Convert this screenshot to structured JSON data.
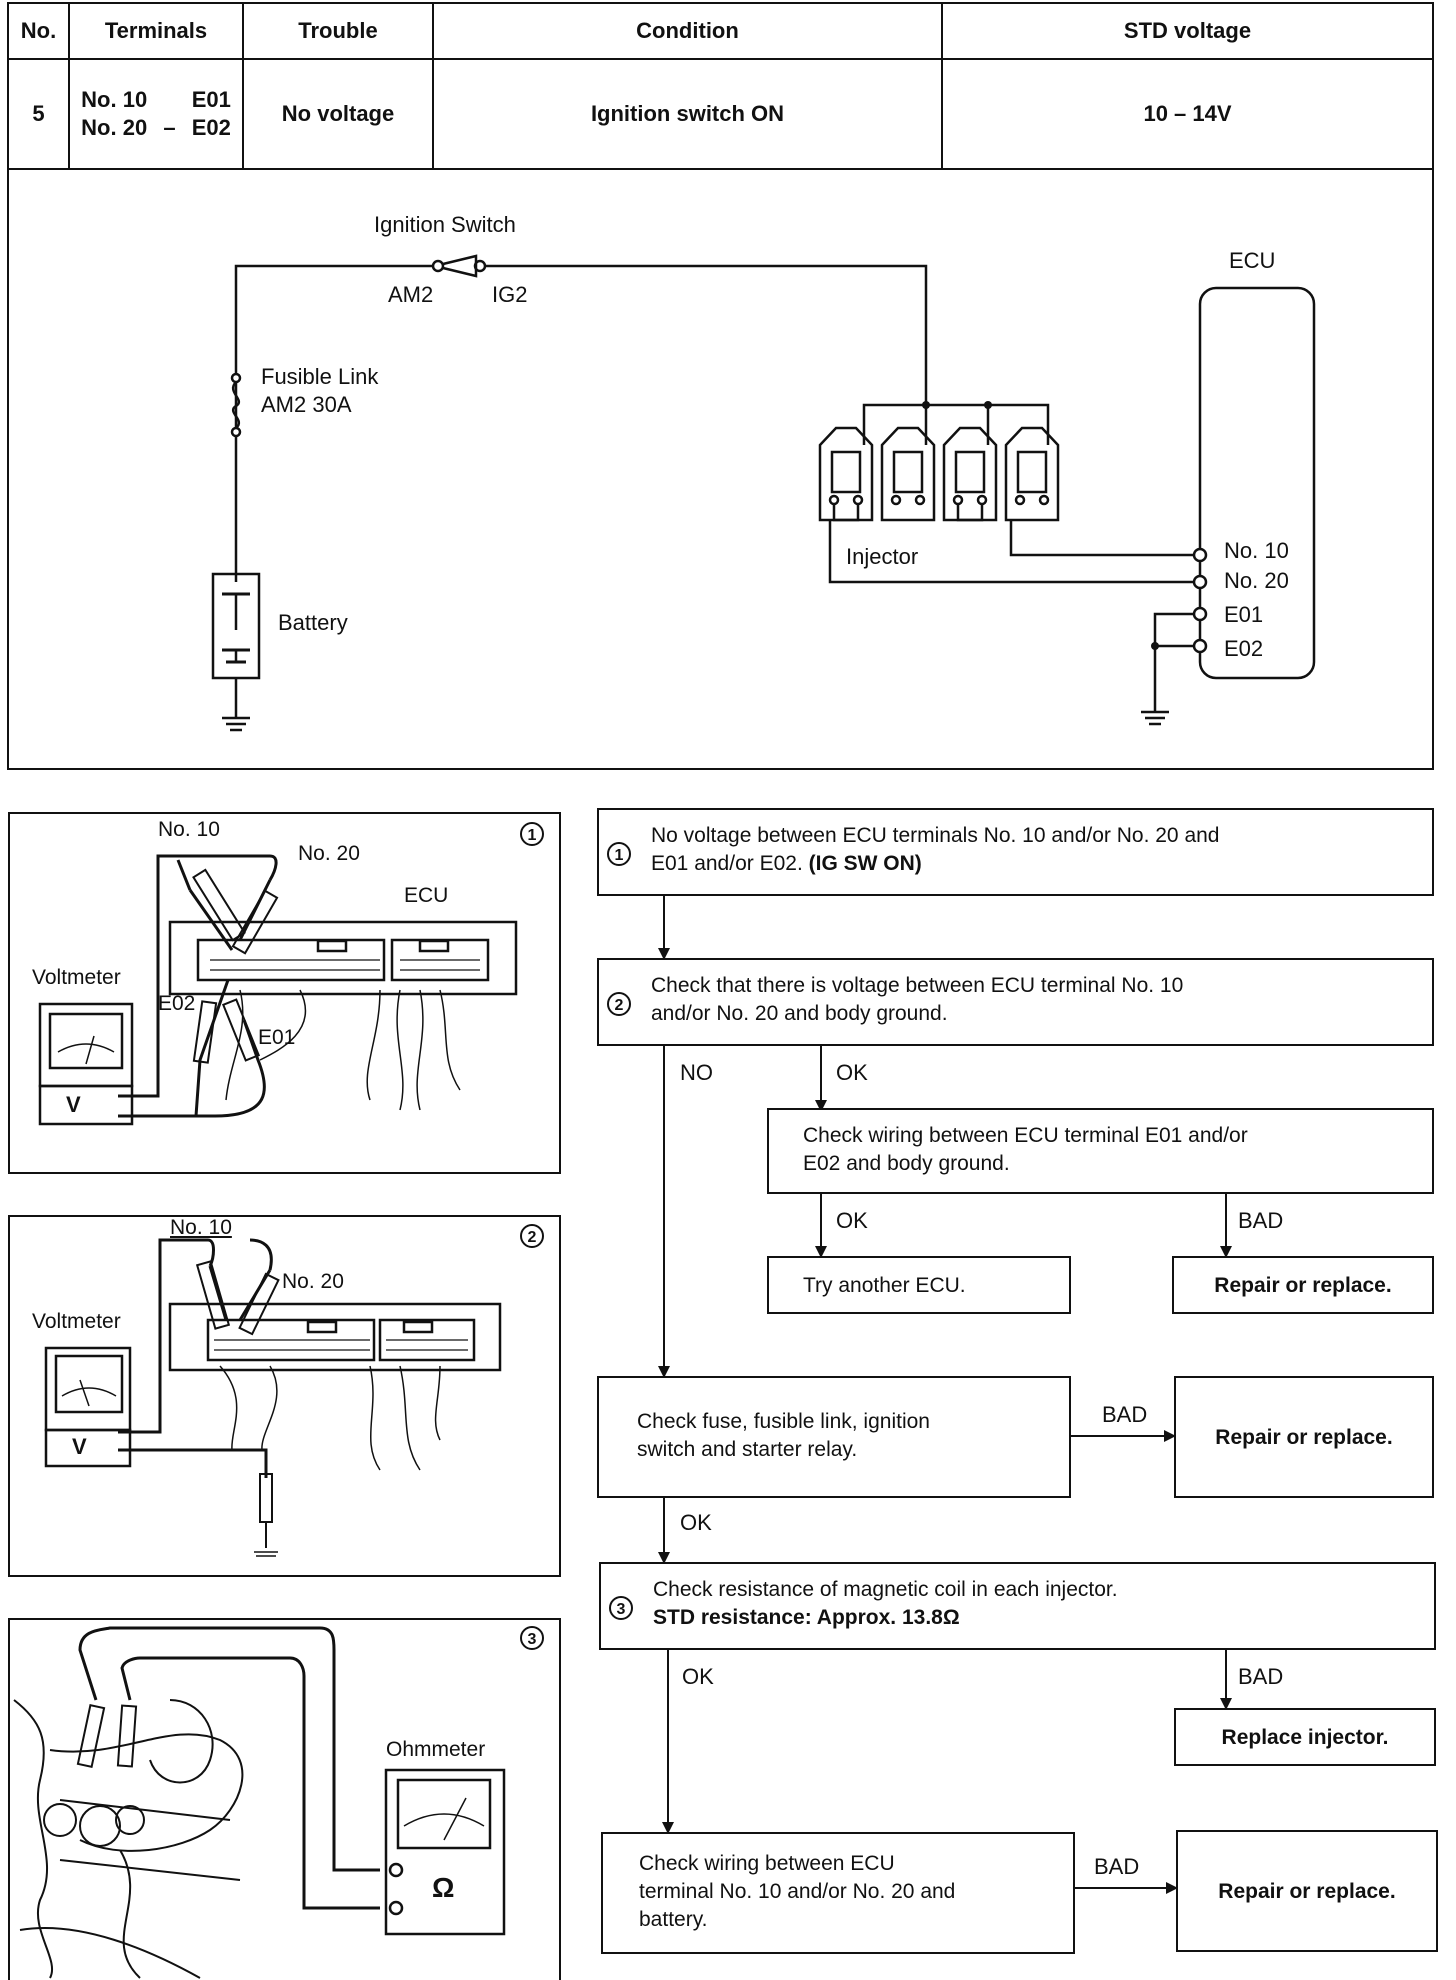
{
  "spec_table": {
    "headers": {
      "no": "No.",
      "terminals": "Terminals",
      "trouble": "Trouble",
      "condition": "Condition",
      "std": "STD voltage"
    },
    "row": {
      "no": "5",
      "term1": "No. 10",
      "term2": "No. 20",
      "dash": "–",
      "e1": "E01",
      "e2": "E02",
      "trouble": "No voltage",
      "condition": "Ignition switch ON",
      "std": "10 – 14V"
    }
  },
  "circuit": {
    "ignition_switch": "Ignition Switch",
    "am2": "AM2",
    "ig2": "IG2",
    "fusible_link_1": "Fusible Link",
    "fusible_link_2": "AM2  30A",
    "battery": "Battery",
    "injector": "Injector",
    "ecu": "ECU",
    "ecu_terms": [
      "No. 10",
      "No. 20",
      "E01",
      "E02"
    ]
  },
  "illustrations": {
    "fig1": {
      "num": "1",
      "no10": "No. 10",
      "no20": "No. 20",
      "ecu": "ECU",
      "voltmeter": "Voltmeter",
      "e02": "E02",
      "e01": "E01",
      "v": "V"
    },
    "fig2": {
      "num": "2",
      "no10": "No. 10",
      "no20": "No. 20",
      "voltmeter": "Voltmeter",
      "v": "V"
    },
    "fig3": {
      "num": "3",
      "ohmmeter": "Ohmmeter",
      "ohm": "Ω"
    }
  },
  "flow": {
    "step1_num": "1",
    "step1_line1": "No voltage between ECU terminals No. 10 and/or No. 20 and",
    "step1_line2a": "E01 and/or E02. ",
    "step1_line2b": "(IG SW ON)",
    "step2_num": "2",
    "step2_line1": "Check that there is voltage between ECU terminal No. 10",
    "step2_line2": "and/or No. 20 and body ground.",
    "no": "NO",
    "ok1": "OK",
    "wiring_e_line1": "Check wiring between ECU terminal E01 and/or",
    "wiring_e_line2": "E02 and body ground.",
    "ok2": "OK",
    "bad1": "BAD",
    "try_ecu": "Try another ECU.",
    "repair1": "Repair or replace.",
    "fuse_line1": "Check fuse, fusible link, ignition",
    "fuse_line2": "switch and starter relay.",
    "bad2": "BAD",
    "repair2": "Repair or replace.",
    "ok3": "OK",
    "step3_num": "3",
    "step3_line1": "Check resistance of magnetic coil in each injector.",
    "step3_line2": "STD resistance:  Approx. 13.8Ω",
    "ok4": "OK",
    "bad3": "BAD",
    "replace_inj": "Replace injector.",
    "wiring_b_line1": "Check wiring between ECU",
    "wiring_b_line2": "terminal No. 10 and/or No. 20 and",
    "wiring_b_line3": "battery.",
    "bad4": "BAD",
    "repair3": "Repair or replace."
  }
}
